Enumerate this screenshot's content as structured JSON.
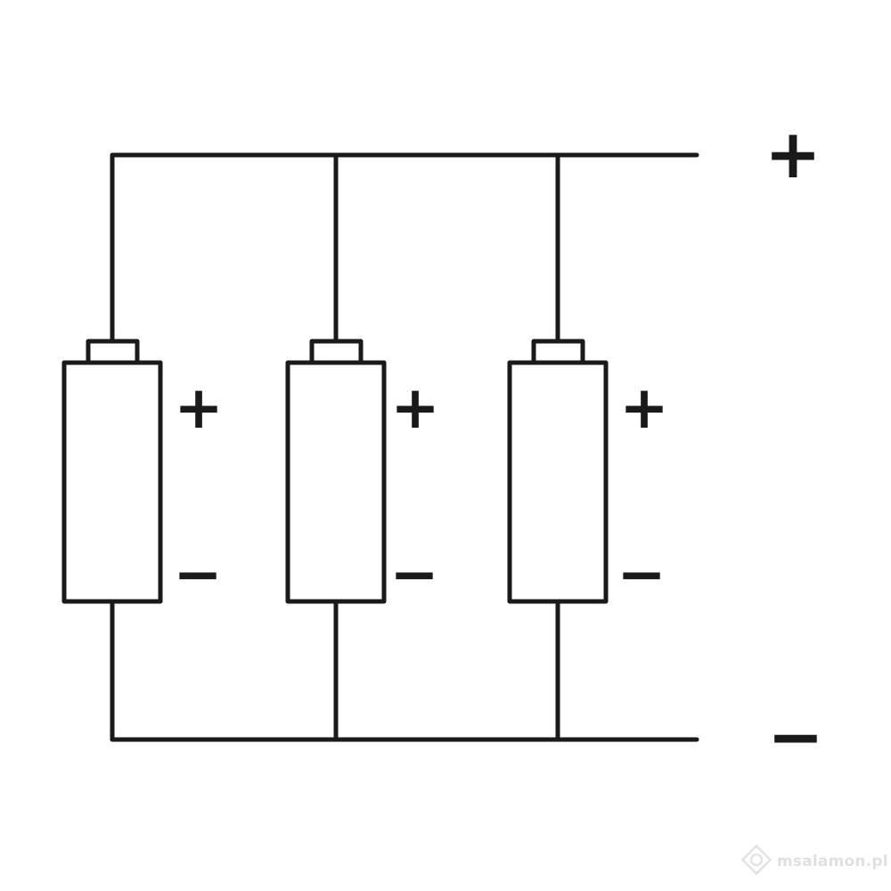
{
  "diagram": {
    "title": "",
    "batteries": [
      {
        "id": "battery-1",
        "plus_label": "+",
        "minus_label": "−"
      },
      {
        "id": "battery-2",
        "plus_label": "+",
        "minus_label": "−"
      },
      {
        "id": "battery-3",
        "plus_label": "+",
        "minus_label": "−"
      }
    ],
    "output_terminals": {
      "positive_label": "+",
      "negative_label": "−"
    },
    "stroke_color": "#1a1a1a"
  },
  "watermark": {
    "text": "msalamon.pl",
    "color": "#e0e0e0"
  }
}
